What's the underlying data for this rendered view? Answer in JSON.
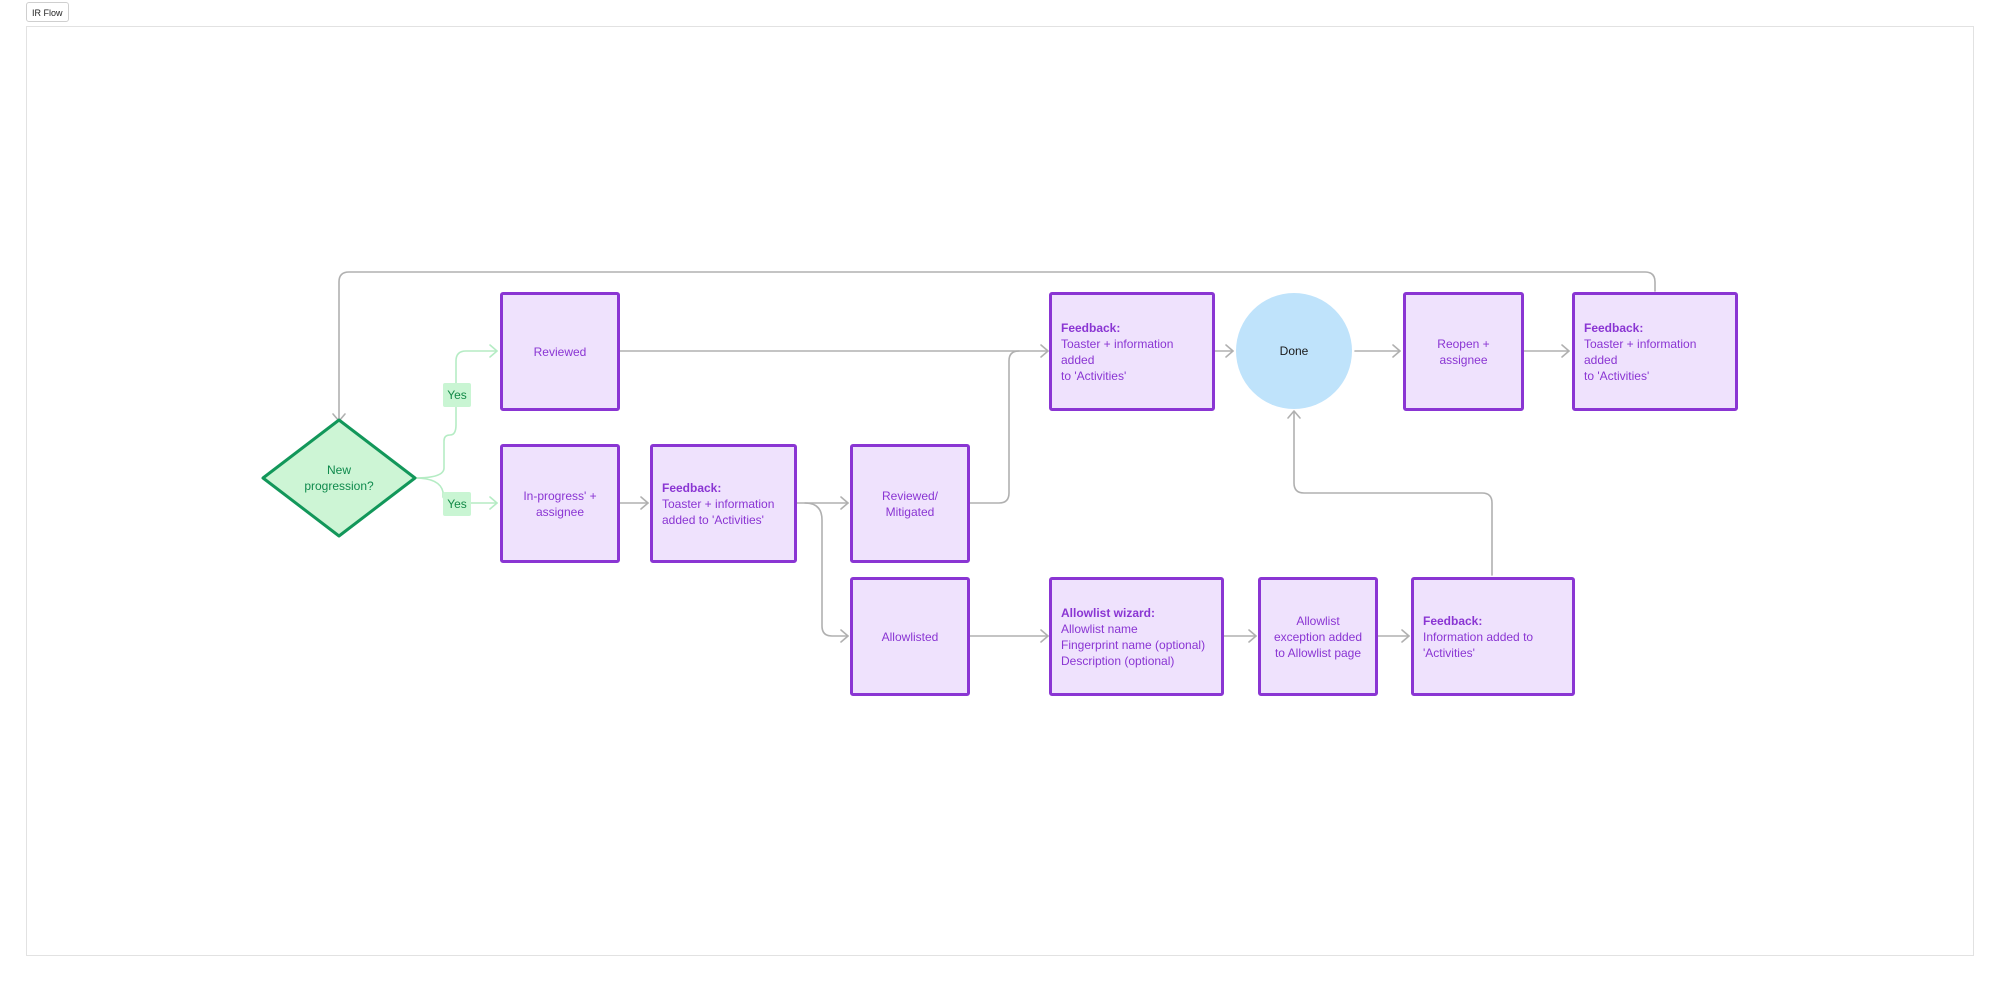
{
  "tab": {
    "label": "IR Flow"
  },
  "decision": {
    "label": "New progression?"
  },
  "yes_labels": [
    "Yes",
    "Yes"
  ],
  "nodes": {
    "reviewed": "Reviewed",
    "in_progress": "In-progress' + assignee",
    "feedback_1": {
      "title": "Feedback:",
      "text": "Toaster + information added to 'Activities'"
    },
    "reviewed_mitigated": {
      "line1": "Reviewed/",
      "line2": "Mitigated"
    },
    "allowlisted": "Allowlisted",
    "feedback_2": {
      "title": "Feedback:",
      "line1": "Toaster + information added",
      "line2": "to 'Activities'"
    },
    "done": "Done",
    "reopen": "Reopen + assignee",
    "feedback_3": {
      "title": "Feedback:",
      "line1": "Toaster + information added",
      "line2": "to 'Activities'"
    },
    "allowlist_wizard": {
      "title": "Allowlist wizard:",
      "lines": [
        "Allowlist name",
        "Fingerprint name (optional)",
        "Description (optional)"
      ]
    },
    "allowlist_exception": "Allowlist exception added to Allowlist page",
    "feedback_4": {
      "title": "Feedback:",
      "line1": "Information added to",
      "line2": "'Activities'"
    }
  },
  "colors": {
    "node_fill": "#efe2fd",
    "node_border": "#8a35d3",
    "decision_fill": "#cdf5d5",
    "decision_border": "#12975a",
    "done_fill": "#bfe3fb",
    "connector": "#b0b0b0",
    "yes_connector": "#b5ecc4"
  }
}
